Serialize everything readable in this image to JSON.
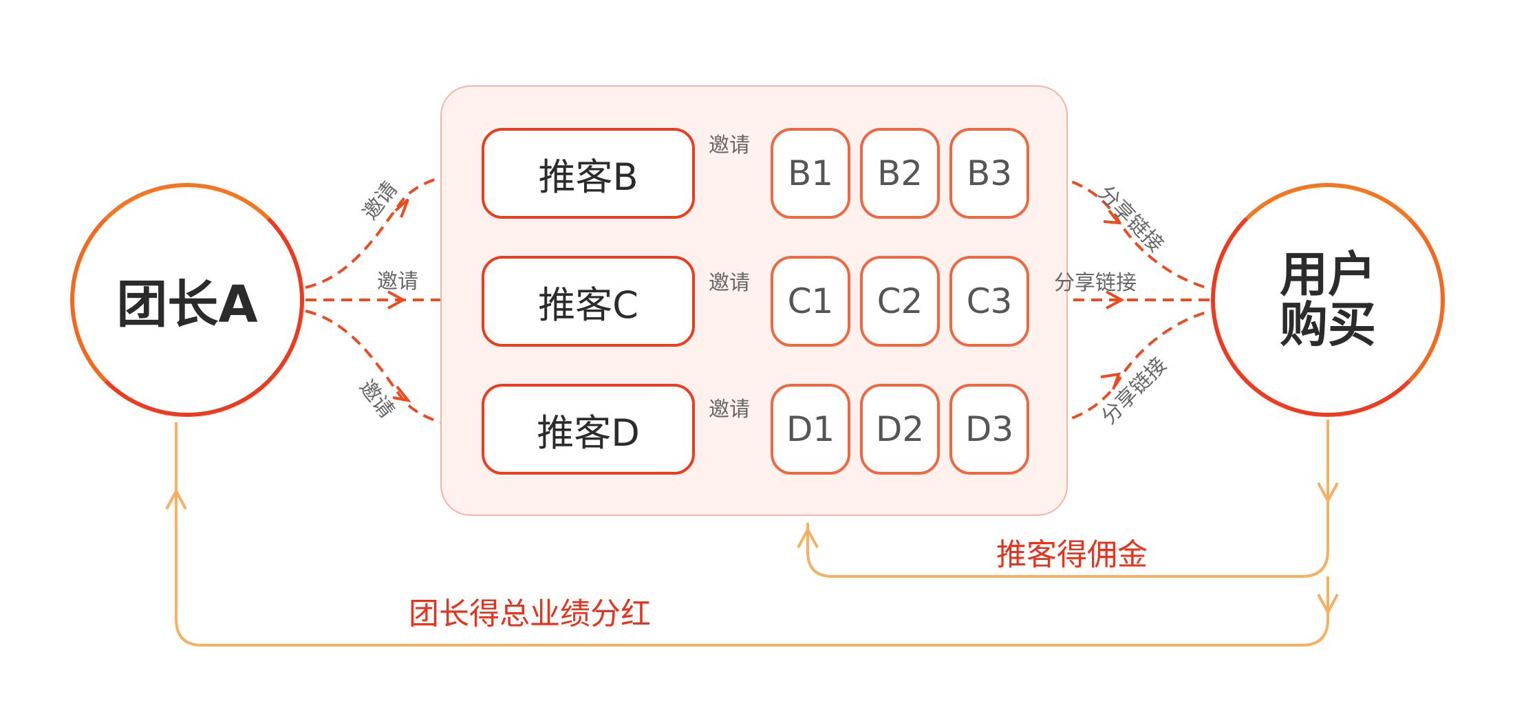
{
  "leader": {
    "label": "团长A"
  },
  "buyer": {
    "label": "用户\n购买"
  },
  "recommenders": [
    {
      "label": "推客B",
      "members": [
        "B1",
        "B2",
        "B3"
      ]
    },
    {
      "label": "推客C",
      "members": [
        "C1",
        "C2",
        "C3"
      ]
    },
    {
      "label": "推客D",
      "members": [
        "D1",
        "D2",
        "D3"
      ]
    }
  ],
  "edge_labels": {
    "invite": "邀请",
    "share_link": "分享链接"
  },
  "rewards": {
    "recommender_commission": "推客得佣金",
    "leader_bonus": "团长得总业绩分红"
  },
  "colors": {
    "accent_red": "#e8321c",
    "accent_orange": "#f4761f",
    "panel_fill": "#fff1ee",
    "return_line": "#f7b062"
  }
}
